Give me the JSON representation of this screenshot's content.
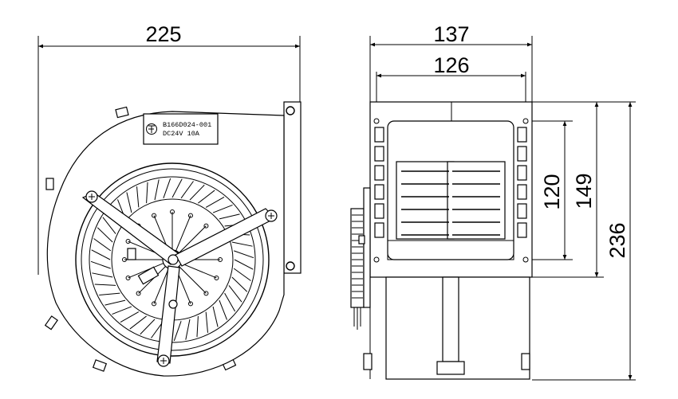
{
  "dimensions": {
    "front_width": "225",
    "side_width": "137",
    "side_inner_width": "126",
    "outlet_height": "120",
    "outlet_flange_height": "149",
    "total_height": "236"
  },
  "nameplate": {
    "model": "B166D024-001",
    "rating": "DC24V 10A"
  }
}
